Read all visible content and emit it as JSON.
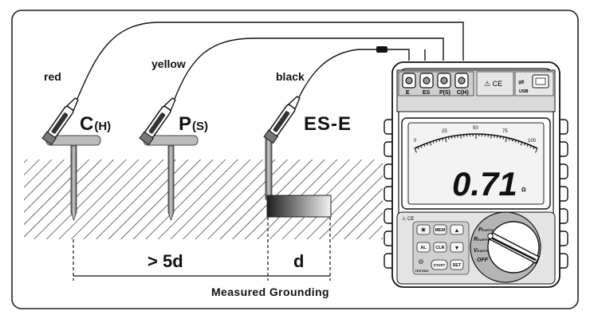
{
  "probes": {
    "red": {
      "wire_label": "red",
      "label_main": "C",
      "label_sub": "(H)"
    },
    "yellow": {
      "wire_label": "yellow",
      "label_main": "P",
      "label_sub": "(S)"
    },
    "black": {
      "wire_label": "black",
      "label_main": "ES-E"
    }
  },
  "dimensions": {
    "far": "> 5d",
    "near": "d"
  },
  "caption": "Measured Grounding",
  "meter": {
    "terminals": [
      "E",
      "ES",
      "P(S)",
      "C(H)"
    ],
    "warning_marks": "⚠ CE",
    "usb_label": "USB",
    "scale_ticks": [
      "0",
      "25",
      "50",
      "75",
      "100"
    ],
    "reading": "0.71",
    "unit": "Ω",
    "panel_marks": "⚠ CE",
    "buttons": {
      "light": "☀",
      "mem": "MEM",
      "up": "▲",
      "al": "AL",
      "clr": "CLR",
      "down": "▼",
      "start": "START",
      "set": "SET",
      "testing": "TESTING"
    },
    "dial_positions": [
      {
        "main": "P",
        "sub": "EARTH"
      },
      {
        "main": "R",
        "sub": "EARTH"
      },
      {
        "main": "V",
        "sub": "EARTH"
      },
      {
        "main": "OFF",
        "sub": ""
      }
    ]
  },
  "colors": {
    "ink": "#1a1a1a",
    "meter_body": "#d9d9d9",
    "lcd": "#f3f3f3",
    "dial_ring": "#b5b5b5"
  }
}
